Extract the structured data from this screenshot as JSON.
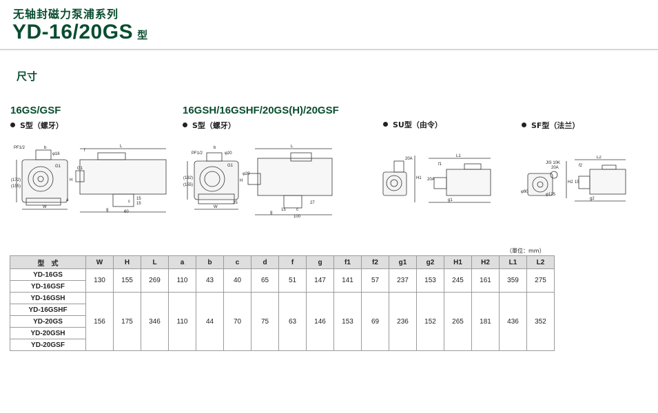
{
  "header": {
    "series_name": "无轴封磁力泵浦系列",
    "model": "YD-16/20GS",
    "model_suffix": "型"
  },
  "section_title": "尺寸",
  "groups": [
    {
      "title": "16GS/GSF",
      "bullet": "S型（螺牙）"
    },
    {
      "title": "16GSH/16GSHF/20GS(H)/20GSF",
      "bullet": "S型（螺牙）"
    },
    {
      "title": "",
      "bullet": "SU型（由令）"
    },
    {
      "title": "",
      "bullet": "SF型（法兰）"
    }
  ],
  "drawing_labels": {
    "d1": [
      "PF1/2",
      "b",
      "φ16",
      "G1",
      "(172)",
      "(155)",
      "H",
      "W",
      "60",
      "g",
      "L",
      "G1",
      "a",
      "f",
      "15",
      "15",
      "c"
    ],
    "d2": [
      "PF1/2",
      "b",
      "φ20",
      "G1",
      "(182)",
      "(155)",
      "H",
      "W",
      "φ20",
      "g",
      "L",
      "100",
      "15",
      "c",
      "27",
      "25"
    ],
    "d3": [
      "20A",
      "H1",
      "f1",
      "L1",
      "20A",
      "g1"
    ],
    "d4": [
      "JIS 10K",
      "20A",
      "φ90",
      "φ125",
      "H2",
      "f2",
      "L2",
      "g2",
      "15"
    ]
  },
  "table": {
    "unit_note": "（單位：mm）",
    "model_header": "型　式",
    "columns": [
      "W",
      "H",
      "L",
      "a",
      "b",
      "c",
      "d",
      "f",
      "g",
      "f1",
      "f2",
      "g1",
      "g2",
      "H1",
      "H2",
      "L1",
      "L2"
    ],
    "groups": [
      {
        "models": [
          "YD-16GS",
          "YD-16GSF"
        ],
        "values": [
          "130",
          "155",
          "269",
          "110",
          "43",
          "40",
          "65",
          "51",
          "147",
          "141",
          "57",
          "237",
          "153",
          "245",
          "161",
          "359",
          "275"
        ]
      },
      {
        "models": [
          "YD-16GSH",
          "YD-16GSHF",
          "YD-20GS",
          "YD-20GSH",
          "YD-20GSF"
        ],
        "values": [
          "156",
          "175",
          "346",
          "110",
          "44",
          "70",
          "75",
          "63",
          "146",
          "153",
          "69",
          "236",
          "152",
          "265",
          "181",
          "436",
          "352"
        ]
      }
    ]
  }
}
